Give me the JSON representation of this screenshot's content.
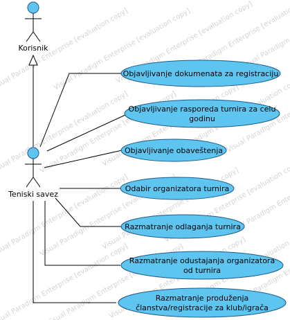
{
  "colors": {
    "usecase_fill": "#5ec4f0",
    "usecase_stroke": "#1d5a86",
    "actor_head": "#5ec4f0",
    "line": "#000000",
    "watermark": "#b0b0b0"
  },
  "watermark_text": "Visual Paradigm Enterprise [evaluation copy]",
  "actors": {
    "korisnik": {
      "label": "Korisnik"
    },
    "teniski_savez": {
      "label": "Teniski savez"
    }
  },
  "usecases": [
    {
      "lines": [
        "Objavljivanje dokumenata za registraciju"
      ]
    },
    {
      "lines": [
        "Objavljivanje rasporeda turnira za celu",
        "godinu"
      ]
    },
    {
      "lines": [
        "Objavljivanje obaveštenja"
      ]
    },
    {
      "lines": [
        "Odabir organizatora turnira"
      ]
    },
    {
      "lines": [
        "Razmatranje odlaganja turnira"
      ]
    },
    {
      "lines": [
        "Razmatranje odustajanja organizatora",
        "od turnira"
      ]
    },
    {
      "lines": [
        "Razmatranje produženja",
        "članstva/registracije za klub/igrača"
      ]
    }
  ]
}
